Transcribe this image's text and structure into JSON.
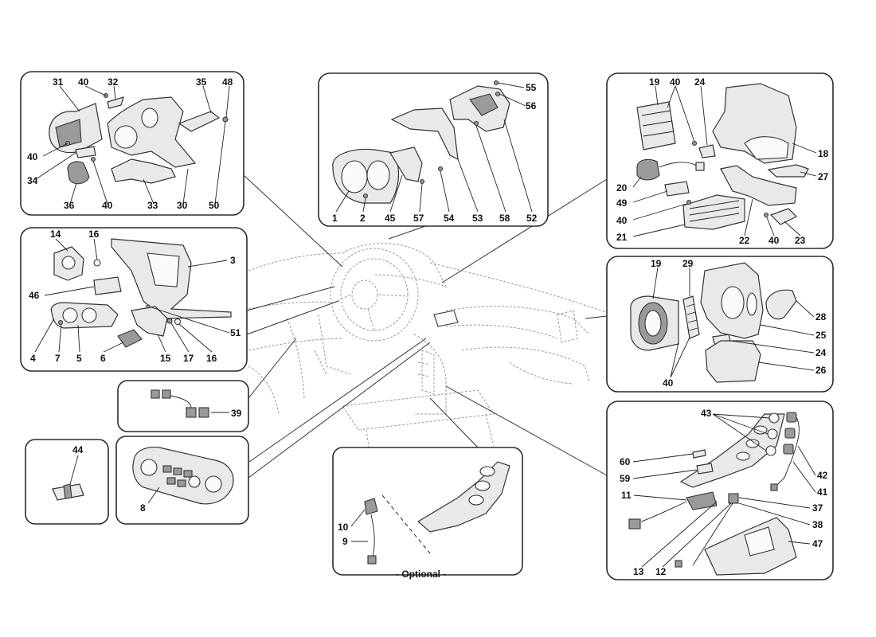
{
  "caption": "- Optional -",
  "labels": {
    "p1": [
      "31",
      "40",
      "32",
      "35",
      "48",
      "40",
      "34",
      "36",
      "40",
      "33",
      "30",
      "50"
    ],
    "p2": [
      "55",
      "56",
      "1",
      "2",
      "45",
      "57",
      "54",
      "53",
      "58",
      "52"
    ],
    "p3": [
      "19",
      "40",
      "24",
      "18",
      "27",
      "20",
      "49",
      "40",
      "21",
      "22",
      "40",
      "23"
    ],
    "p4": [
      "14",
      "16",
      "3",
      "46",
      "51",
      "4",
      "7",
      "5",
      "6",
      "15",
      "17",
      "16"
    ],
    "p5": [
      "19",
      "29",
      "28",
      "25",
      "24",
      "26",
      "40"
    ],
    "p6": [
      "39"
    ],
    "p7": [
      "44"
    ],
    "p8": [
      "8"
    ],
    "p9": [
      "10",
      "9"
    ],
    "p10": [
      "43",
      "42",
      "60",
      "59",
      "41",
      "11",
      "37",
      "38",
      "47",
      "13",
      "12"
    ]
  }
}
